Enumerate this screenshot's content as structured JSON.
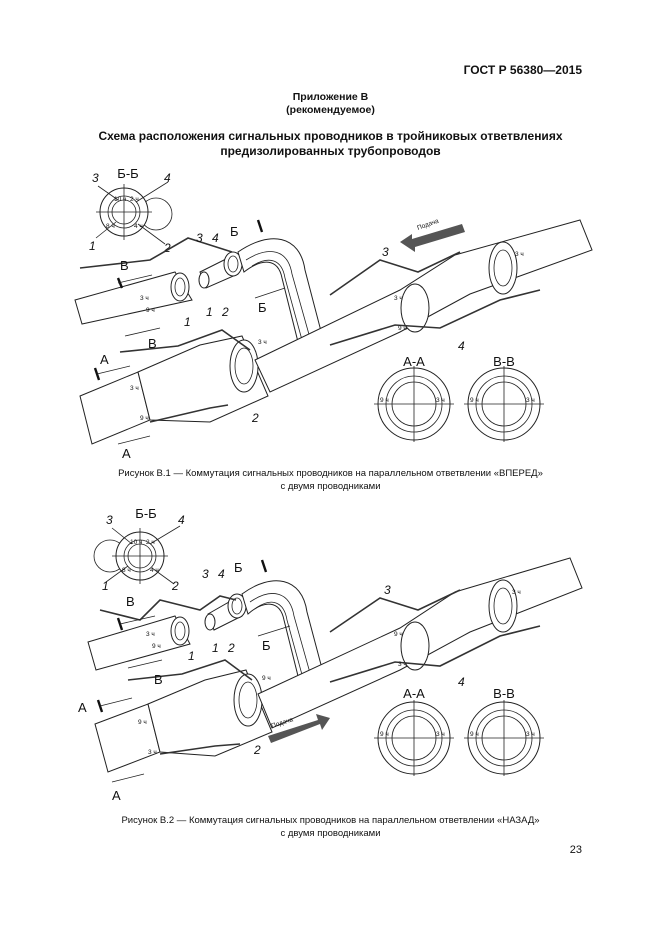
{
  "header": {
    "standard": "ГОСТ Р 56380—2015"
  },
  "appendix": {
    "title": "Приложение В",
    "subtitle": "(рекомендуемое)"
  },
  "scheme_title": {
    "line1": "Схема расположения сигнальных проводников в тройниковых ответвлениях",
    "line2": "предизолированных трубопроводов"
  },
  "figure1": {
    "section_bb": "Б-Б",
    "section_aa": "А-А",
    "section_vv": "В-В",
    "marker_a": "А",
    "marker_b": "Б",
    "marker_v": "В",
    "wire1": "1",
    "wire2": "2",
    "wire3": "3",
    "wire4": "4",
    "h10": "10 ч",
    "h2": "2 ч",
    "h8": "8 ч",
    "h4": "4 ч",
    "h3": "3 ч",
    "h9": "9 ч",
    "flow": "Подача",
    "caption_line1": "Рисунок В.1 — Коммутация сигнальных проводников на параллельном ответвлении «ВПЕРЕД»",
    "caption_line2": "с двумя проводниками"
  },
  "figure2": {
    "section_bb": "Б-Б",
    "section_aa": "А-А",
    "section_vv": "В-В",
    "marker_a": "А",
    "marker_b": "Б",
    "marker_v": "В",
    "wire1": "1",
    "wire2": "2",
    "wire3": "3",
    "wire4": "4",
    "h10": "10 ч",
    "h2": "2 ч",
    "h8": "8 ч",
    "h4": "4 ч",
    "h3": "3 ч",
    "h9": "9 ч",
    "flow": "Подача",
    "caption_line1": "Рисунок В.2 — Коммутация сигнальных проводников на параллельном ответвлении «НАЗАД»",
    "caption_line2": "с двумя проводниками"
  },
  "footer": {
    "page_number": "23"
  }
}
